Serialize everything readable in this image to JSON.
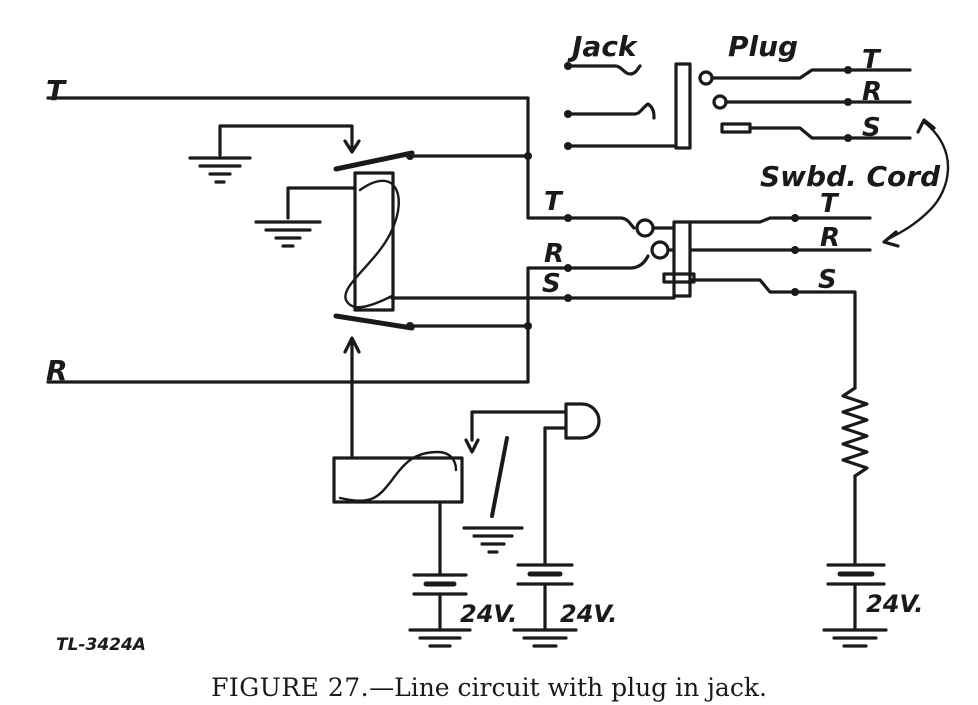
{
  "labels": {
    "line_tip": "T",
    "line_ring": "R",
    "jack": "Jack",
    "plug": "Plug",
    "plug_tip": "T",
    "plug_ring": "R",
    "plug_sleeve": "S",
    "swbd_cord": "Swbd. Cord",
    "jack_tip": "T",
    "jack_ring": "R",
    "jack_sleeve": "S",
    "cord_tip": "T",
    "cord_ring": "R",
    "cord_sleeve": "S",
    "battery_1": "24V.",
    "battery_2": "24V.",
    "battery_3": "24V.",
    "drawing_number": "TL-3424A"
  },
  "caption": {
    "figure_label": "FIGURE 27.",
    "text": "—Line circuit with plug in jack."
  }
}
